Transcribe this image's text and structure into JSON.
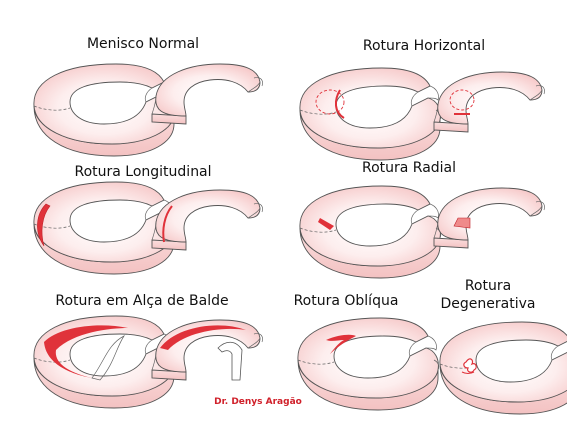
{
  "panels": [
    {
      "id": "normal",
      "title": "Menisco Normal"
    },
    {
      "id": "horizontal",
      "title": "Rotura Horizontal"
    },
    {
      "id": "longitudinal",
      "title": "Rotura Longitudinal"
    },
    {
      "id": "radial",
      "title": "Rotura Radial"
    },
    {
      "id": "bucket",
      "title": "Rotura em Alça de Balde"
    },
    {
      "id": "oblique",
      "title": "Rotura Oblíqua"
    },
    {
      "id": "degenerative",
      "title_line1": "Rotura",
      "title_line2": "Degenerativa"
    }
  ],
  "credit": "Dr. Denys Aragão",
  "colors": {
    "tissue_light": "#fbe3e3",
    "tissue_mid": "#f6c9c9",
    "tear_red": "#e0323a",
    "outline": "#555555"
  }
}
